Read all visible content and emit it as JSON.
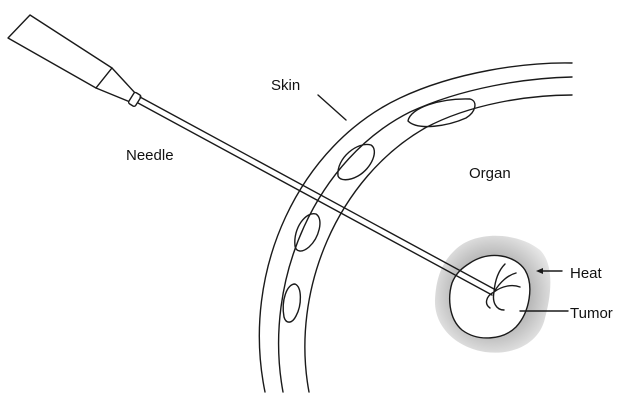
{
  "labels": {
    "needle": "Needle",
    "skin": "Skin",
    "organ": "Organ",
    "heat": "Heat",
    "tumor": "Tumor"
  },
  "colors": {
    "line": "#1a1a1a",
    "heat_zone": "#b9b9b9",
    "background": "#ffffff"
  }
}
